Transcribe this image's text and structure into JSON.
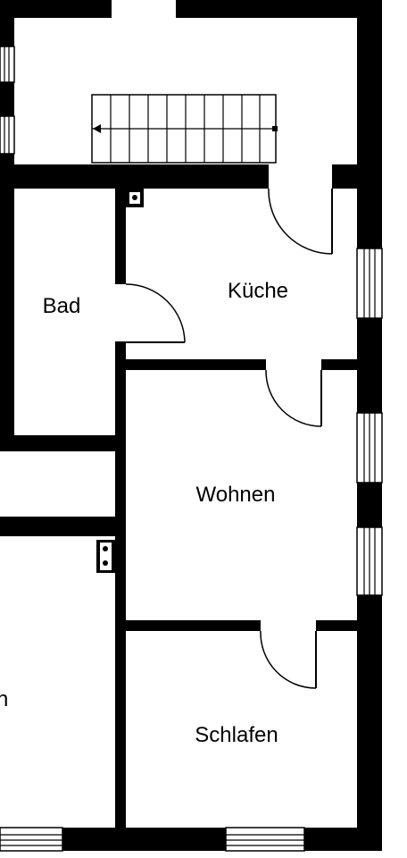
{
  "rooms": [
    {
      "key": "kueche",
      "label": "Küche"
    },
    {
      "key": "bad",
      "label": "Bad"
    },
    {
      "key": "wohnen",
      "label": "Wohnen"
    },
    {
      "key": "schlafen",
      "label": "Schlafen"
    },
    {
      "key": "cut_left",
      "label": "n"
    }
  ],
  "colors": {
    "wall": "#000000",
    "background": "#ffffff"
  },
  "symbols": [
    "staircase-icon",
    "window-icon",
    "door-swing-icon",
    "electrical-outlet-icon"
  ]
}
